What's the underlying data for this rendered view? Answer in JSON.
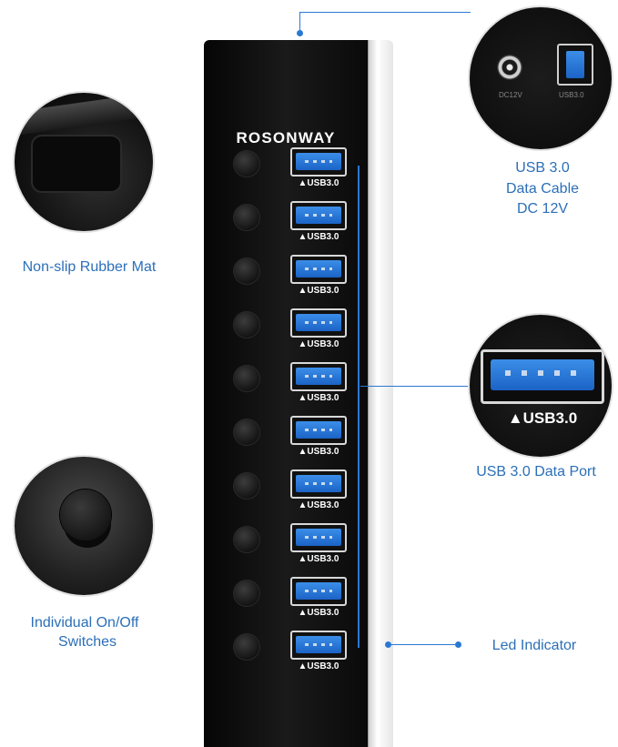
{
  "brand": "ROSONWAY",
  "port_label": "▲USB3.0",
  "ports": [
    {
      "label": "▲USB3.0"
    },
    {
      "label": "▲USB3.0"
    },
    {
      "label": "▲USB3.0"
    },
    {
      "label": "▲USB3.0"
    },
    {
      "label": "▲USB3.0"
    },
    {
      "label": "▲USB3.0"
    },
    {
      "label": "▲USB3.0"
    },
    {
      "label": "▲USB3.0"
    },
    {
      "label": "▲USB3.0"
    },
    {
      "label": "▲USB3.0"
    }
  ],
  "captions": {
    "rubber_mat": "Non-slip Rubber Mat",
    "switches_line1": "Individual On/Off",
    "switches_line2": "Switches",
    "cable_line1": "USB 3.0",
    "cable_line2": "Data Cable",
    "cable_line3": "DC 12V",
    "data_port": "USB 3.0 Data Port",
    "led": "Led Indicator"
  },
  "inset_labels": {
    "dc": "DC12V",
    "usb_b": "USB3.0",
    "zoom_port": "▲USB3.0"
  },
  "colors": {
    "accent": "#2b78d4",
    "usb_blue": "#1b63c6",
    "hub_black": "#0a0a0a"
  }
}
